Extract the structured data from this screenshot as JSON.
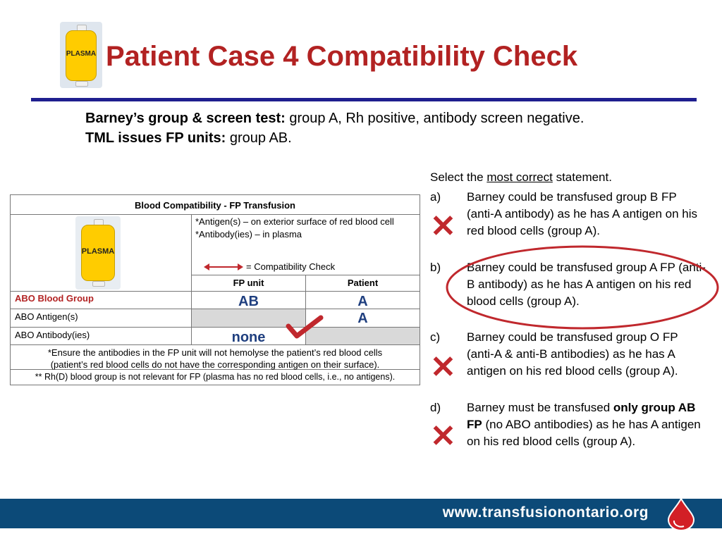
{
  "header": {
    "bag_label": "PLASMA",
    "title": "Patient Case 4 Compatibility Check"
  },
  "info": {
    "line1_bold": "Barney’s group & screen test:",
    "line1_rest": " group A, Rh positive, antibody screen negative.",
    "line2_bold": "TML issues FP units:",
    "line2_rest": " group AB."
  },
  "table": {
    "title": "Blood Compatibility - FP Transfusion",
    "bag_label": "PLASMA",
    "note_antigen": "*Antigen(s) – on exterior surface of red blood cell",
    "note_antibody": "*Antibody(ies) – in plasma",
    "compat_legend": "= Compatibility Check",
    "col_fp": "FP unit",
    "col_patient": "Patient",
    "row_group": "ABO Blood Group",
    "row_antigen": "ABO Antigen(s)",
    "row_antibody": "ABO Antibody(ies)",
    "fp_group": "AB",
    "patient_group": "A",
    "patient_antigen": "A",
    "fp_antibody": "none",
    "ensure_line1": "*Ensure the antibodies in the FP unit will not hemolyse the patient’s red blood cells",
    "ensure_line2": "(patient’s red blood cells do not have the corresponding antigen on their surface).",
    "rh_note": "** Rh(D) blood group is not relevant for FP (plasma has no red blood cells, i.e., no antigens)."
  },
  "question": {
    "prompt_pre": "Select the ",
    "prompt_underline": "most correct",
    "prompt_post": " statement.",
    "options": [
      {
        "letter": "a)",
        "text": "Barney could be transfused group B FP (anti-A antibody) as he has A antigen on his red blood cells (group A)."
      },
      {
        "letter": "b)",
        "text": "Barney could be transfused group A FP (anti-B antibody) as he has A antigen on his red blood cells (group A)."
      },
      {
        "letter": "c)",
        "text": "Barney could be transfused group O FP (anti-A & anti-B antibodies) as he has A antigen on his red blood cells (group A)."
      },
      {
        "letter": "d)",
        "pre": "Barney must be transfused ",
        "bold": "only group AB FP",
        "post": " (no ABO antibodies) as he has A antigen on his red blood cells (group A)."
      }
    ],
    "wrong_mark": "✕"
  },
  "footer": {
    "url": "www.transfusionontario.org"
  },
  "colors": {
    "title_red": "#b22222",
    "rule_navy": "#1f1f8f",
    "footer_blue": "#0c4a78",
    "mark_red": "#c0282d",
    "value_blue": "#1f3f7f"
  }
}
